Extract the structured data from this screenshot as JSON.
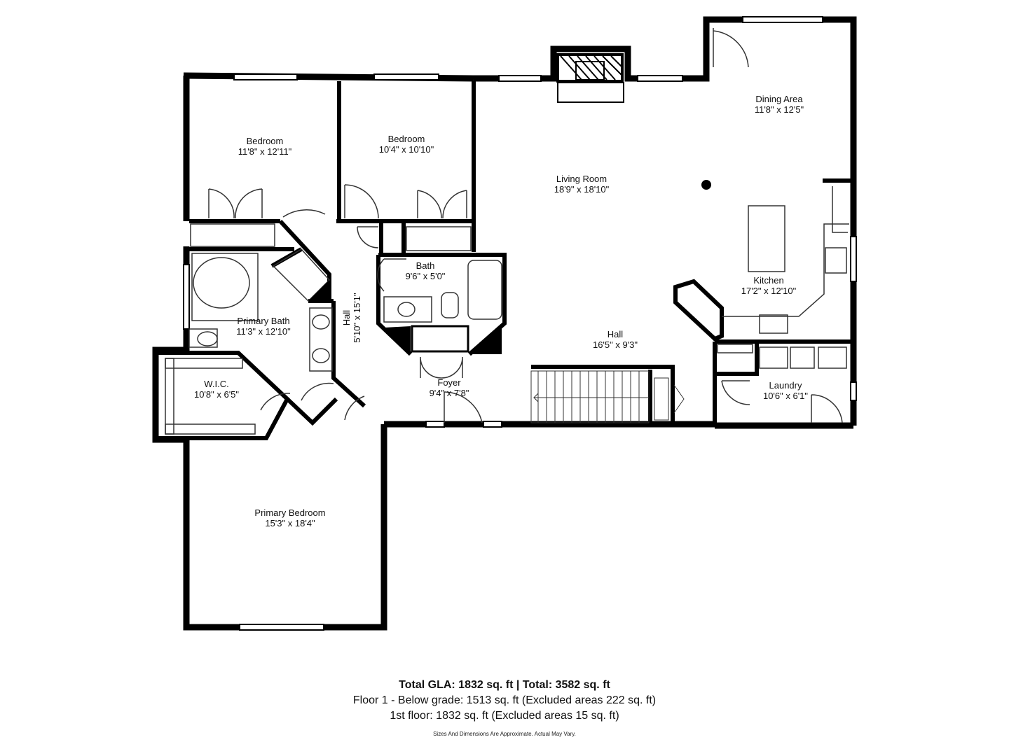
{
  "rooms": {
    "bedroom1": {
      "name": "Bedroom",
      "dim": "11'8\" x 12'11\""
    },
    "bedroom2": {
      "name": "Bedroom",
      "dim": "10'4\" x 10'10\""
    },
    "living": {
      "name": "Living Room",
      "dim": "18'9\" x 18'10\""
    },
    "dining": {
      "name": "Dining Area",
      "dim": "11'8\" x 12'5\""
    },
    "kitchen": {
      "name": "Kitchen",
      "dim": "17'2\" x 12'10\""
    },
    "bath": {
      "name": "Bath",
      "dim": "9'6\" x 5'0\""
    },
    "primary_bath": {
      "name": "Primary Bath",
      "dim": "11'3\" x 12'10\""
    },
    "hall_vertical": {
      "name": "Hall",
      "dim": "5'10\" x 15'1\""
    },
    "hall": {
      "name": "Hall",
      "dim": "16'5\" x 9'3\""
    },
    "foyer": {
      "name": "Foyer",
      "dim": "9'4\" x 7'8\""
    },
    "wic": {
      "name": "W.I.C.",
      "dim": "10'8\" x 6'5\""
    },
    "laundry": {
      "name": "Laundry",
      "dim": "10'6\" x 6'1\""
    },
    "primary_bedroom": {
      "name": "Primary Bedroom",
      "dim": "15'3\" x 18'4\""
    }
  },
  "summary": {
    "line1": "Total GLA: 1832 sq. ft | Total: 3582 sq. ft",
    "line2": "Floor 1 - Below grade: 1513 sq. ft (Excluded areas 222 sq. ft)",
    "line3": "1st floor: 1832 sq. ft (Excluded areas 15 sq. ft)"
  },
  "disclaimer": "Sizes And Dimensions Are Approximate. Actual May Vary.",
  "colors": {
    "wall": "#000000",
    "fixture": "#333333",
    "background": "#ffffff"
  }
}
